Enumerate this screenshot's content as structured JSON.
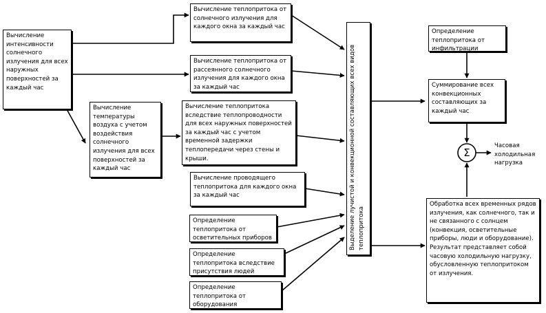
{
  "nodes": {
    "solar_intensity": "Вычисление интенсивности солнечного излучения для всех наружных поверхностей за каждый час",
    "solar_per_window": "Вычисление теплопритока от солнечного излучения для каждого окна за каждый час",
    "diffuse_per_window": "Вычисление теплопритока от рассеянного солнечного излучения для каждого окна за каждый час",
    "air_temp": "Вычисление температуры воздуха с учетом воздействия солнечного излучения для всех поверхностей за каждый час",
    "conduction": "Вычисление теплопритока вследствие теплопроводности для всех наружных поверхностей за каждый час с учетом временной задержки теплопередачи через стены и крыши.",
    "conducting_window": "Вычисление проводящего теплопритока для каждого окна за каждый час",
    "lighting": "Определение теплопритока от осветительных приборов",
    "people": "Определение теплопритока вследствие присутствия людей",
    "equipment": "Определение теплопритока от оборудования",
    "split": "Выделение лучистой и конвекционной составляющих всех видов теплопритока",
    "infiltration": "Определение теплопритока от инфильтрации",
    "sum_convective": "Суммирование всех конвекционных составляющих за каждый час",
    "sum_symbol": "Σ",
    "hourly_load": "Часовая холодильная нагрузка",
    "radiant_processing": "Обработка всех временных рядов излучения, как солнечного, так и не связанного с солнцем (конвекция, осветительные приборы, люди и оборудование). Результат представляет собой часовую холодильную нагрузку, обусловленную теплопритоком от излучения."
  }
}
